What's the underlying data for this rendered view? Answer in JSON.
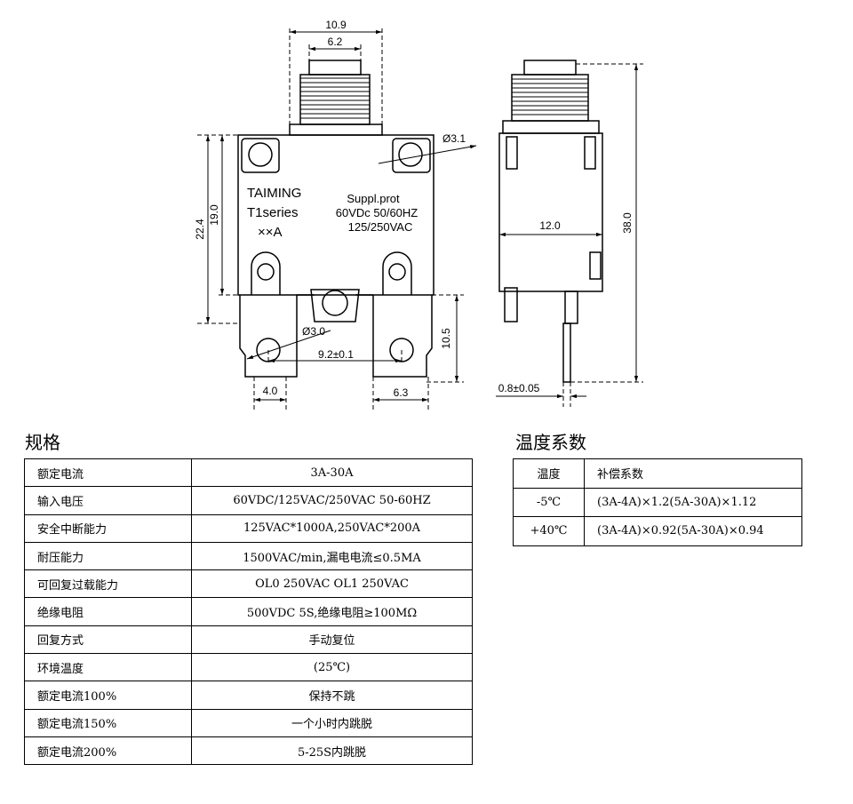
{
  "drawing": {
    "front_label": {
      "line1": "TAIMING",
      "line2": "T1series",
      "line3": "××A"
    },
    "side_text": {
      "line1": "Suppl.prot",
      "line2": "60VDc 50/60HZ",
      "line3": "125/250VAC"
    },
    "dims": {
      "width_top": "10.9",
      "width_button": "6.2",
      "hole_dia_top": "Ø3.1",
      "height_total": "22.4",
      "height_body": "19.0",
      "hole_dia_bottom": "Ø3.0",
      "terminal_spacing": "9.2±0.1",
      "terminal_height": "10.5",
      "terminal_width_left": "4.0",
      "terminal_width_right": "6.3",
      "side_width": "12.0",
      "side_height": "38.0",
      "pin_thickness": "0.8±0.05"
    }
  },
  "spec": {
    "title": "规格",
    "rows": [
      {
        "label": "额定电流",
        "value": "3A-30A"
      },
      {
        "label": "输入电压",
        "value": "60VDC/125VAC/250VAC 50-60HZ"
      },
      {
        "label": "安全中断能力",
        "value": "125VAC*1000A,250VAC*200A"
      },
      {
        "label": "耐压能力",
        "value": "1500VAC/min,漏电电流≤0.5MA"
      },
      {
        "label": "可回复过载能力",
        "value": "OL0 250VAC   OL1 250VAC"
      },
      {
        "label": "绝缘电阻",
        "value": "500VDC 5S,绝缘电阻≥100MΩ"
      },
      {
        "label": "回复方式",
        "value": "手动复位"
      },
      {
        "label": "环境温度",
        "value": "(25℃)"
      },
      {
        "label": "额定电流100%",
        "value": "保持不跳"
      },
      {
        "label": "额定电流150%",
        "value": "一个小时内跳脱"
      },
      {
        "label": "额定电流200%",
        "value": "5-25S内跳脱"
      }
    ]
  },
  "temp": {
    "title": "温度系数",
    "header": {
      "c1": "温度",
      "c2": "补偿系数"
    },
    "rows": [
      {
        "t": "-5℃",
        "v": "(3A-4A)×1.2(5A-30A)×1.12"
      },
      {
        "t": "+40℃",
        "v": "(3A-4A)×0.92(5A-30A)×0.94"
      }
    ]
  }
}
